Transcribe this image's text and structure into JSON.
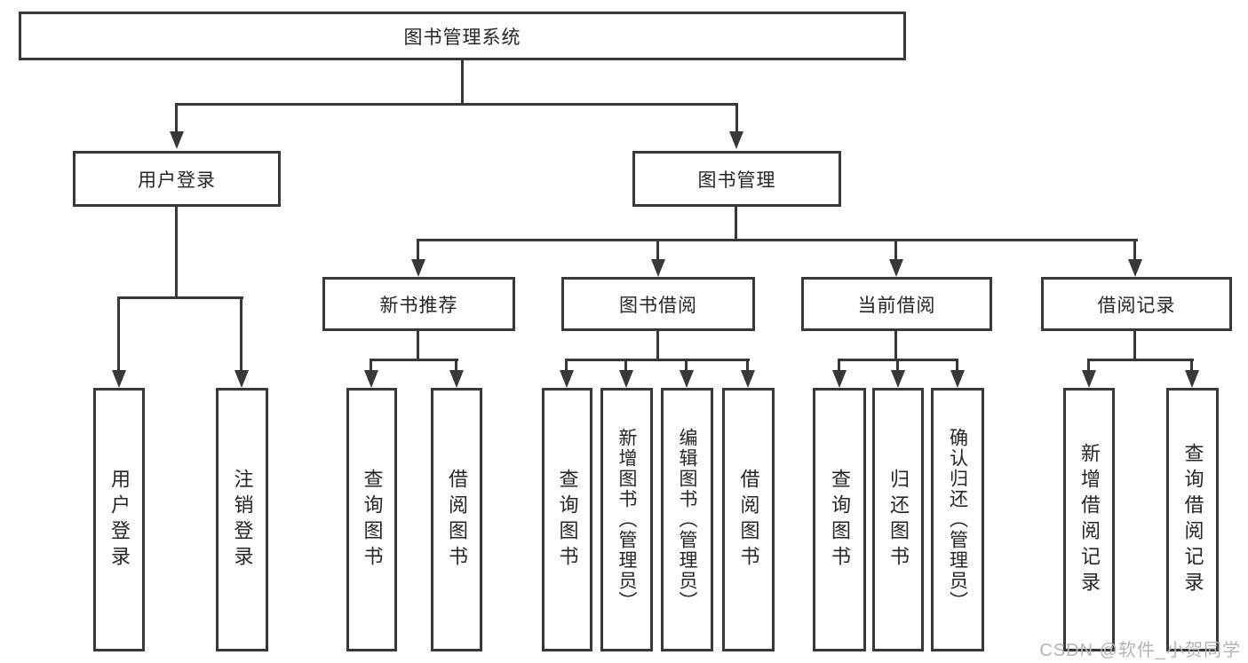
{
  "diagram": {
    "title_node": {
      "label": "图书管理系统"
    },
    "branches": [
      {
        "label": "用户登录",
        "children": [
          {
            "label": "用户登录"
          },
          {
            "label": "注销登录"
          }
        ]
      },
      {
        "label": "图书管理",
        "children": [
          {
            "label": "新书推荐",
            "children": [
              {
                "label": "查询图书"
              },
              {
                "label": "借阅图书"
              }
            ]
          },
          {
            "label": "图书借阅",
            "children": [
              {
                "label": "查询图书"
              },
              {
                "label": "新增图书（管理员）"
              },
              {
                "label": "编辑图书（管理员）"
              },
              {
                "label": "借阅图书"
              }
            ]
          },
          {
            "label": "当前借阅",
            "children": [
              {
                "label": "查询图书"
              },
              {
                "label": "归还图书"
              },
              {
                "label": "确认归还（管理员）"
              }
            ]
          },
          {
            "label": "借阅记录",
            "children": [
              {
                "label": "新增借阅记录"
              },
              {
                "label": "查询借阅记录"
              }
            ]
          }
        ]
      }
    ]
  },
  "watermark": {
    "label": "CSDN @软件_小贺同学"
  },
  "colors": {
    "line": "#383838",
    "text": "#262626",
    "box_bg": "#ffffff",
    "watermark": "#b5b5b5"
  }
}
